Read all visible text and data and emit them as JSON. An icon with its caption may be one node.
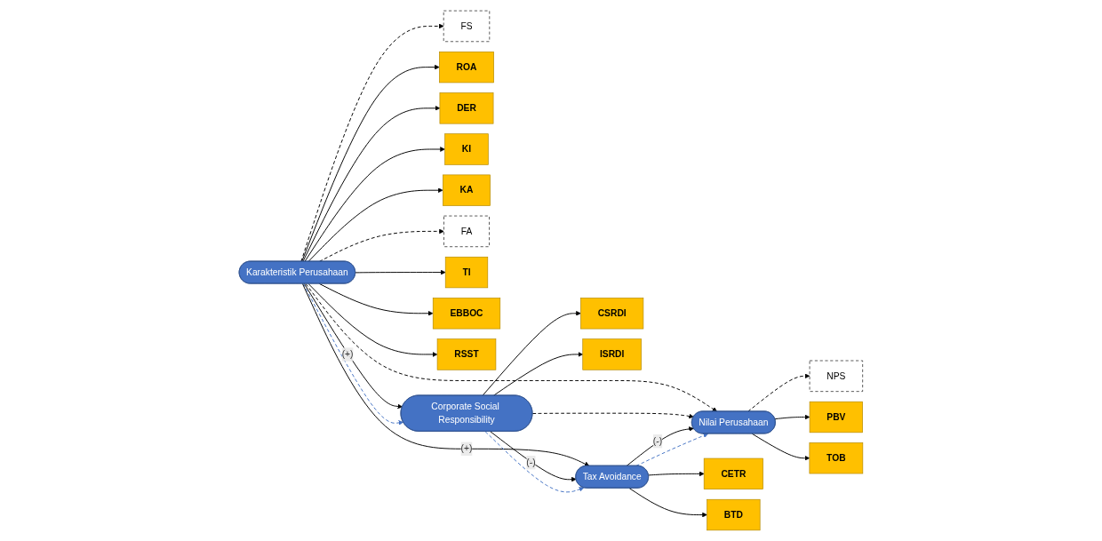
{
  "diagram": {
    "nodes": [
      {
        "text": [
          "FS"
        ]
      },
      {
        "text": [
          "ROA"
        ]
      },
      {
        "text": [
          "DER"
        ]
      },
      {
        "text": [
          "KI"
        ]
      },
      {
        "text": [
          "KA"
        ]
      },
      {
        "text": [
          "FA"
        ]
      },
      {
        "text": [
          "TI"
        ]
      },
      {
        "text": [
          "EBBOC"
        ]
      },
      {
        "text": [
          "RSST"
        ]
      },
      {
        "text": [
          "CSRDI"
        ]
      },
      {
        "text": [
          "ISRDI"
        ]
      },
      {
        "text": [
          "Corporate Social Responsibility"
        ]
      },
      {
        "text": [
          "Karakteristik Perusahaan"
        ]
      },
      {
        "text": [
          "Nilai Perusahaan"
        ]
      },
      {
        "text": [
          "Tax Avoidance"
        ]
      },
      {
        "text": [
          "NPS"
        ]
      },
      {
        "text": [
          "PBV"
        ]
      },
      {
        "text": [
          "TOB"
        ]
      },
      {
        "text": [
          "CETR"
        ]
      },
      {
        "text": [
          "BTD"
        ]
      }
    ],
    "edges": [
      {
        "from": 12,
        "to": 0,
        "arrow": "to",
        "style": "dashed"
      },
      {
        "from": 12,
        "to": 1,
        "arrow": "to"
      },
      {
        "from": 12,
        "to": 2,
        "arrow": "to"
      },
      {
        "from": 12,
        "to": 3,
        "arrow": "to"
      },
      {
        "from": 12,
        "to": 4,
        "arrow": "to"
      },
      {
        "from": 12,
        "to": 5,
        "arrow": "to",
        "style": "dashed"
      },
      {
        "from": 12,
        "to": 6,
        "arrow": "to"
      },
      {
        "from": 12,
        "to": 7,
        "arrow": "to"
      },
      {
        "from": 12,
        "to": 8,
        "arrow": "to"
      },
      {
        "from": 11,
        "to": 9,
        "arrow": "to"
      },
      {
        "from": 11,
        "to": 10,
        "arrow": "to"
      },
      {
        "from": 12,
        "to": 11,
        "arrow": "to",
        "label": "(+)"
      },
      {
        "from": 12,
        "to": 11,
        "arrow": "to",
        "style": "dashed",
        "color": "#4472c4"
      },
      {
        "from": 12,
        "to": 13,
        "arrow": "to",
        "style": "dashed"
      },
      {
        "from": 12,
        "to": 14,
        "arrow": "to",
        "label": "(+)"
      },
      {
        "from": 11,
        "to": 14,
        "arrow": "to",
        "label": "(-)"
      },
      {
        "from": 11,
        "to": 14,
        "arrow": "to",
        "style": "dashed",
        "color": "#4472c4"
      },
      {
        "from": 11,
        "to": 13,
        "arrow": "to",
        "style": "dashed"
      },
      {
        "from": 14,
        "to": 13,
        "arrow": "to",
        "label": "(-)"
      },
      {
        "from": 14,
        "to": 13,
        "arrow": "to",
        "style": "dashed",
        "color": "#4472c4"
      },
      {
        "from": 13,
        "to": 15,
        "arrow": "to",
        "style": "dashed"
      },
      {
        "from": 13,
        "to": 16,
        "arrow": "to"
      },
      {
        "from": 13,
        "to": 17,
        "arrow": "to"
      },
      {
        "from": 14,
        "to": 18,
        "arrow": "to"
      },
      {
        "from": 14,
        "to": 19,
        "arrow": "to"
      }
    ]
  }
}
